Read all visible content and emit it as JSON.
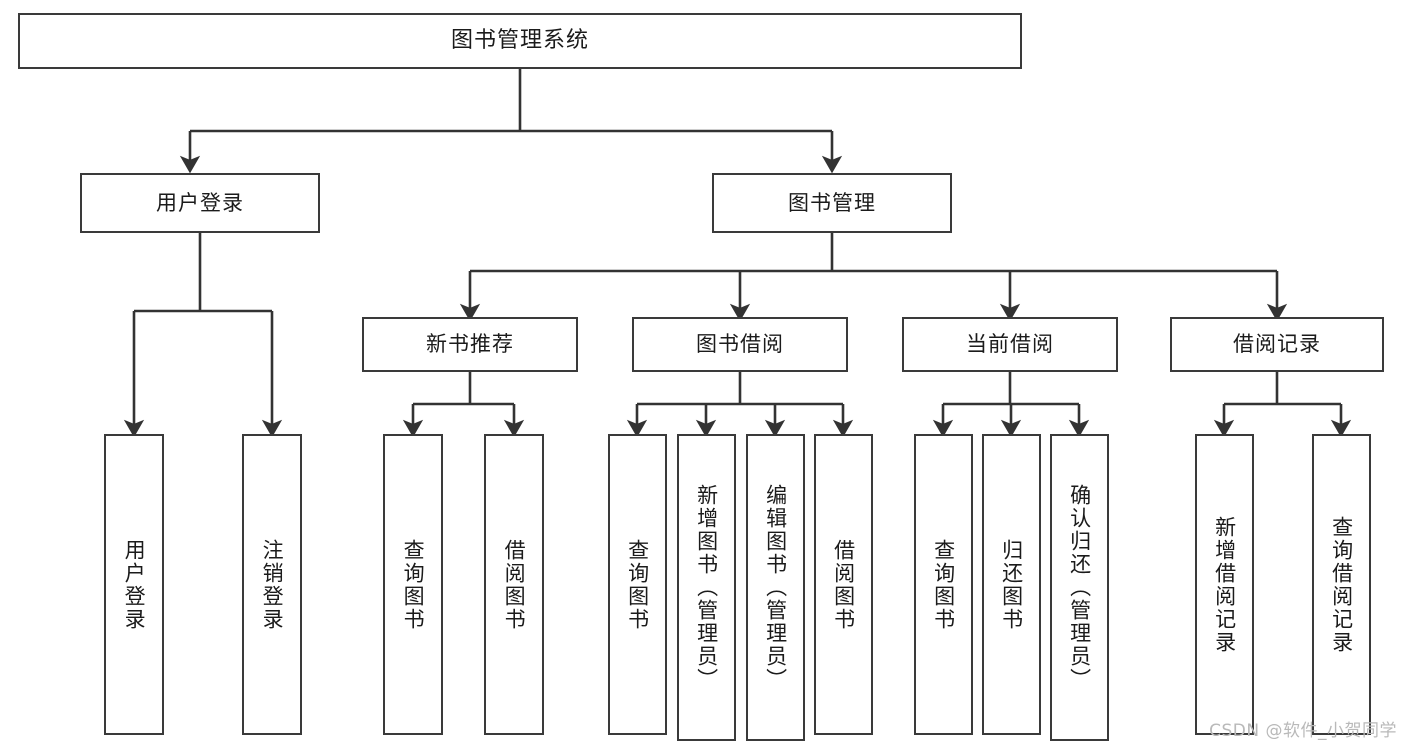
{
  "diagram": {
    "title": "图书管理系统",
    "type": "tree",
    "watermark": "CSDN @软件_小贺同学",
    "colors": {
      "box_border": "#3a3a3a",
      "box_fill": "#ffffff",
      "connector": "#333333",
      "text": "#1b1b1b",
      "watermark": "#b9b9b9"
    },
    "root": {
      "label": "图书管理系统"
    },
    "level2": [
      {
        "id": "user-login",
        "label": "用户登录"
      },
      {
        "id": "book-management",
        "label": "图书管理"
      }
    ],
    "level3": [
      {
        "id": "new-book-recommend",
        "label": "新书推荐",
        "parent": "book-management"
      },
      {
        "id": "book-borrow",
        "label": "图书借阅",
        "parent": "book-management"
      },
      {
        "id": "current-borrow",
        "label": "当前借阅",
        "parent": "book-management"
      },
      {
        "id": "borrow-record",
        "label": "借阅记录",
        "parent": "book-management"
      }
    ],
    "leaves": [
      {
        "id": "leaf-user-login",
        "label": "用户登录",
        "parent": "user-login"
      },
      {
        "id": "leaf-logout-login",
        "label": "注销登录",
        "parent": "user-login"
      },
      {
        "id": "leaf-query-book-1",
        "label": "查询图书",
        "parent": "new-book-recommend"
      },
      {
        "id": "leaf-borrow-book-1",
        "label": "借阅图书",
        "parent": "new-book-recommend"
      },
      {
        "id": "leaf-query-book-2",
        "label": "查询图书",
        "parent": "book-borrow"
      },
      {
        "id": "leaf-add-book",
        "label": "新增图书（管理员）",
        "parent": "book-borrow"
      },
      {
        "id": "leaf-edit-book",
        "label": "编辑图书（管理员）",
        "parent": "book-borrow"
      },
      {
        "id": "leaf-borrow-book-2",
        "label": "借阅图书",
        "parent": "book-borrow"
      },
      {
        "id": "leaf-query-book-3",
        "label": "查询图书",
        "parent": "current-borrow"
      },
      {
        "id": "leaf-return-book",
        "label": "归还图书",
        "parent": "current-borrow"
      },
      {
        "id": "leaf-confirm-return",
        "label": "确认归还（管理员）",
        "parent": "current-borrow"
      },
      {
        "id": "leaf-add-record",
        "label": "新增借阅记录",
        "parent": "borrow-record"
      },
      {
        "id": "leaf-query-record",
        "label": "查询借阅记录",
        "parent": "borrow-record"
      }
    ]
  }
}
